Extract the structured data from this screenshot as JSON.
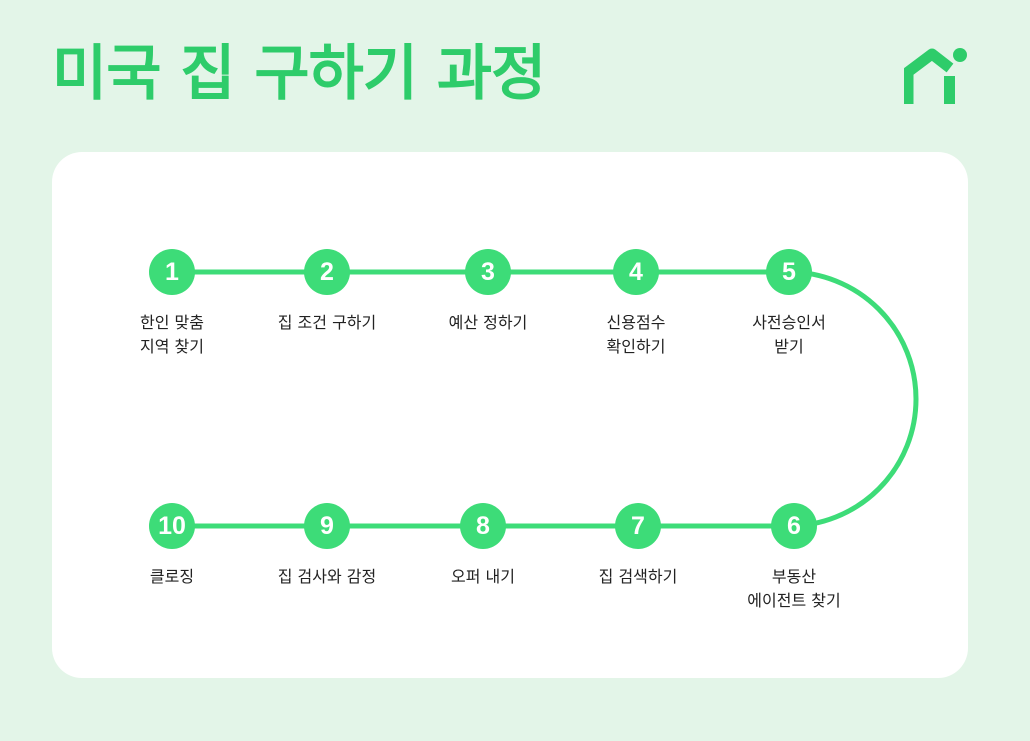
{
  "title": "미국 집 구하기 과정",
  "colors": {
    "accent": "#2ecc6a",
    "line": "#3ddc78",
    "background": "#e3f5e8",
    "card": "#ffffff",
    "text": "#222222"
  },
  "logo_icon": "house-person-icon",
  "steps": [
    {
      "number": "1",
      "label": "한인 맞춤\n지역 찾기"
    },
    {
      "number": "2",
      "label": "집 조건 구하기"
    },
    {
      "number": "3",
      "label": "예산 정하기"
    },
    {
      "number": "4",
      "label": "신용점수\n확인하기"
    },
    {
      "number": "5",
      "label": "사전승인서\n받기"
    },
    {
      "number": "6",
      "label": "부동산\n에이전트 찾기"
    },
    {
      "number": "7",
      "label": "집 검색하기"
    },
    {
      "number": "8",
      "label": "오퍼 내기"
    },
    {
      "number": "9",
      "label": "집 검사와 감정"
    },
    {
      "number": "10",
      "label": "클로징"
    }
  ]
}
